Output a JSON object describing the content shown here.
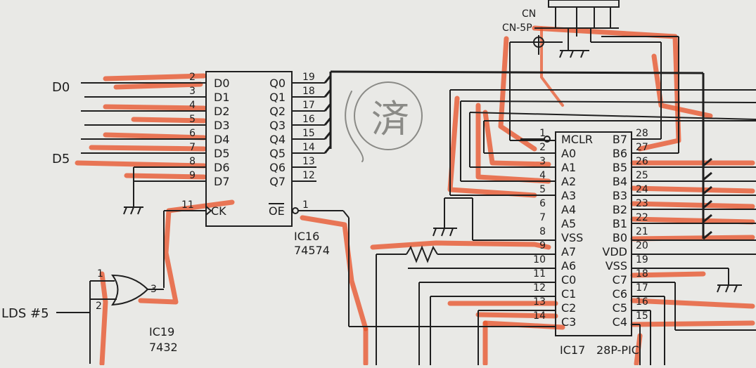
{
  "colors": {
    "paper": "#e9e9e6",
    "ink": "#1f1f1f",
    "crayon": "#e8552c",
    "pencil": "#8a8a86"
  },
  "labels": {
    "d0": "D0",
    "d5": "D5",
    "lds": "LDS #5",
    "cn": "CN",
    "cn5p": "CN-5P",
    "ic16": "IC16",
    "ic16_part": "74574",
    "ic19": "IC19",
    "ic19_part": "7432",
    "ic17": "IC17",
    "ic17_part": "28P-PIC"
  },
  "ic16": {
    "left": [
      {
        "pin": "2",
        "name": "D0"
      },
      {
        "pin": "3",
        "name": "D1"
      },
      {
        "pin": "4",
        "name": "D2"
      },
      {
        "pin": "5",
        "name": "D3"
      },
      {
        "pin": "6",
        "name": "D4"
      },
      {
        "pin": "7",
        "name": "D5"
      },
      {
        "pin": "8",
        "name": "D6"
      },
      {
        "pin": "9",
        "name": "D7"
      }
    ],
    "clock": {
      "pin": "11",
      "name": "CK"
    },
    "right": [
      {
        "pin": "19",
        "name": "Q0"
      },
      {
        "pin": "18",
        "name": "Q1"
      },
      {
        "pin": "17",
        "name": "Q2"
      },
      {
        "pin": "16",
        "name": "Q3"
      },
      {
        "pin": "15",
        "name": "Q4"
      },
      {
        "pin": "14",
        "name": "Q5"
      },
      {
        "pin": "13",
        "name": "Q6"
      },
      {
        "pin": "12",
        "name": "Q7"
      }
    ],
    "oe": {
      "pin": "1",
      "name": "OE"
    }
  },
  "ic19": {
    "in1": "1",
    "in2": "2",
    "out": "3"
  },
  "ic17": {
    "left": [
      {
        "pin": "1",
        "name": "MCLR"
      },
      {
        "pin": "2",
        "name": "A0"
      },
      {
        "pin": "3",
        "name": "A1"
      },
      {
        "pin": "4",
        "name": "A2"
      },
      {
        "pin": "5",
        "name": "A3"
      },
      {
        "pin": "6",
        "name": "A4"
      },
      {
        "pin": "7",
        "name": "A5"
      },
      {
        "pin": "8",
        "name": "VSS"
      },
      {
        "pin": "9",
        "name": "A7"
      },
      {
        "pin": "10",
        "name": "A6"
      },
      {
        "pin": "11",
        "name": "C0"
      },
      {
        "pin": "12",
        "name": "C1"
      },
      {
        "pin": "13",
        "name": "C2"
      },
      {
        "pin": "14",
        "name": "C3"
      }
    ],
    "right": [
      {
        "pin": "28",
        "name": "B7"
      },
      {
        "pin": "27",
        "name": "B6"
      },
      {
        "pin": "26",
        "name": "B5"
      },
      {
        "pin": "25",
        "name": "B4"
      },
      {
        "pin": "24",
        "name": "B3"
      },
      {
        "pin": "23",
        "name": "B2"
      },
      {
        "pin": "22",
        "name": "B1"
      },
      {
        "pin": "21",
        "name": "B0"
      },
      {
        "pin": "20",
        "name": "VDD"
      },
      {
        "pin": "19",
        "name": "VSS"
      },
      {
        "pin": "18",
        "name": "C7"
      },
      {
        "pin": "17",
        "name": "C6"
      },
      {
        "pin": "16",
        "name": "C5"
      },
      {
        "pin": "15",
        "name": "C4"
      }
    ]
  },
  "handwritten_mark": "済"
}
